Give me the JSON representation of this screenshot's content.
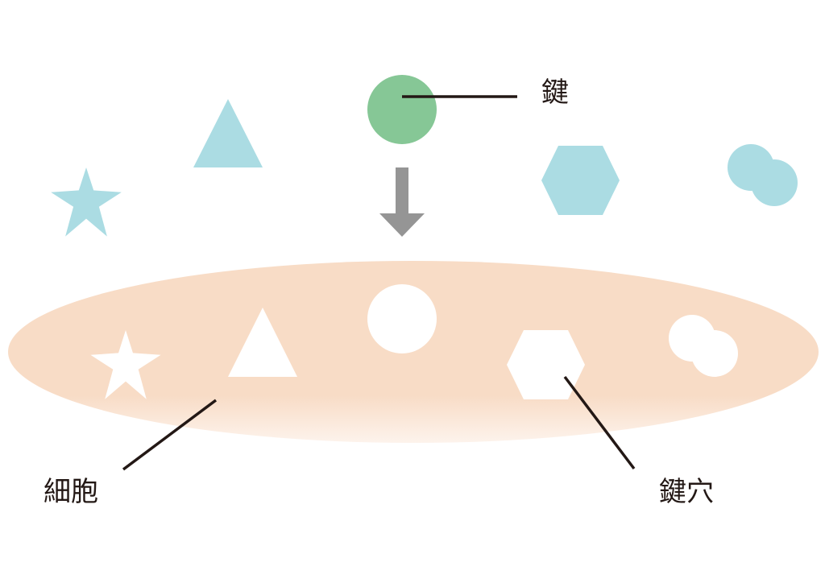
{
  "labels": {
    "key": "鍵",
    "cell": "細胞",
    "keyhole": "鍵穴"
  },
  "colors": {
    "molecule": "#abdce3",
    "key": "#86c796",
    "cell": "#f8dcc6",
    "arrow": "#959595",
    "hole": "#ffffff",
    "line": "#231815"
  },
  "free_molecules": [
    "star-icon",
    "triangle-icon",
    "circle-icon",
    "hexagon-icon",
    "double-circle-icon"
  ],
  "receptors": [
    "star-icon",
    "triangle-icon",
    "circle-icon",
    "hexagon-icon",
    "double-circle-icon"
  ]
}
